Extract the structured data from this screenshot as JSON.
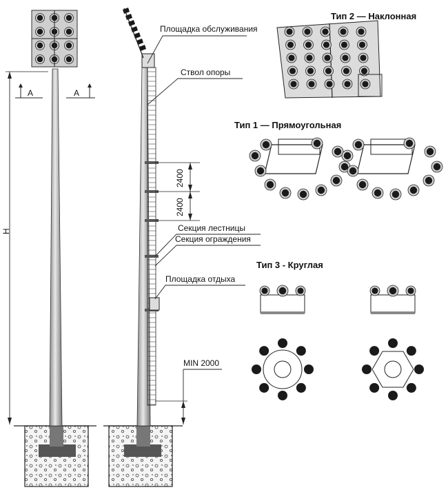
{
  "callouts": {
    "service_platform": "Площадка обслуживания",
    "pole_shaft": "Ствол опоры",
    "ladder_section": "Секция лестницы",
    "guard_section": "Секция ограждения",
    "rest_platform": "Площадка отдыха",
    "min_height": "MIN 2000"
  },
  "dimensions": {
    "section_mark_left": "A",
    "section_mark_right": "A",
    "total_height": "H",
    "ladder_step_1": "2400",
    "ladder_step_2": "2400"
  },
  "types": {
    "type2_title": "Тип 2 — Наклонная",
    "type1_title": "Тип 1 — Прямоугольная",
    "type3_title": "Тип 3 - Круглая"
  },
  "colors": {
    "line": "#222222",
    "pole_fill": "#bfbfbf",
    "frame_fill": "#cfcfcf",
    "lamp_fill": "#1a1a1a",
    "foundation_fill": "#e6e6e6"
  }
}
